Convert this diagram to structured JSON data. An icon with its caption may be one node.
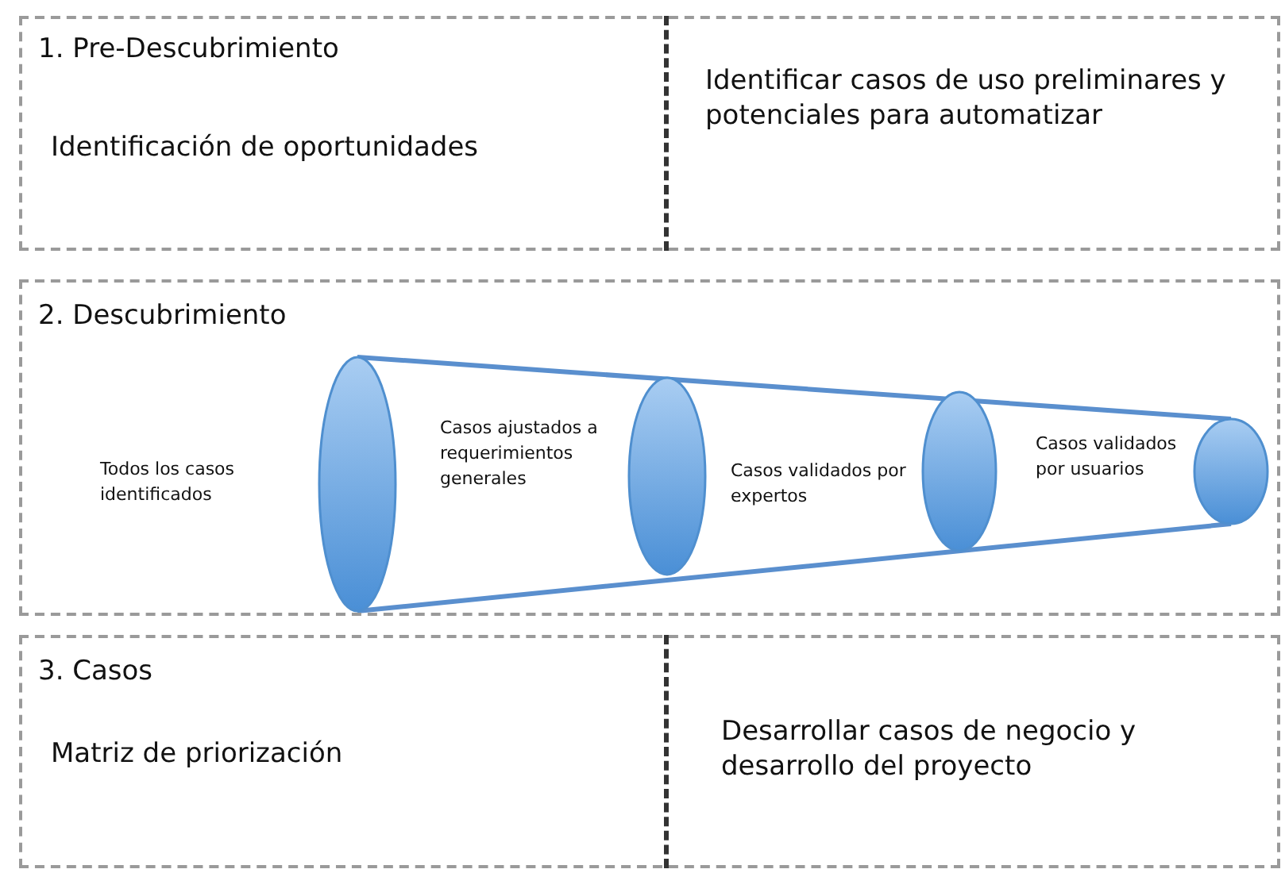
{
  "diagram": {
    "nodes": [
      {
        "text": [
          "1. Pre-Descubrimiento",
          "Identificación de oportunidades",
          "Identificar casos de uso preliminares y potenciales para automatizar"
        ]
      },
      {
        "text": [
          "2. Descubrimiento"
        ]
      },
      {
        "text": [],
        "shape": "ellipse",
        "in": 1
      },
      {
        "text": [],
        "shape": "ellipse",
        "in": 1
      },
      {
        "text": [],
        "shape": "ellipse",
        "in": 1
      },
      {
        "text": [],
        "shape": "ellipse",
        "in": 1
      },
      {
        "text": [
          "3. Casos",
          "Matriz de priorización",
          "Desarrollar casos de negocio y desarrollo del proyecto"
        ]
      }
    ],
    "edges": [],
    "labels": [
      "Todos los casos identificados",
      "Casos ajustados a requerimientos generales",
      "Casos validados por expertos",
      "Casos validados por usuarios"
    ]
  }
}
